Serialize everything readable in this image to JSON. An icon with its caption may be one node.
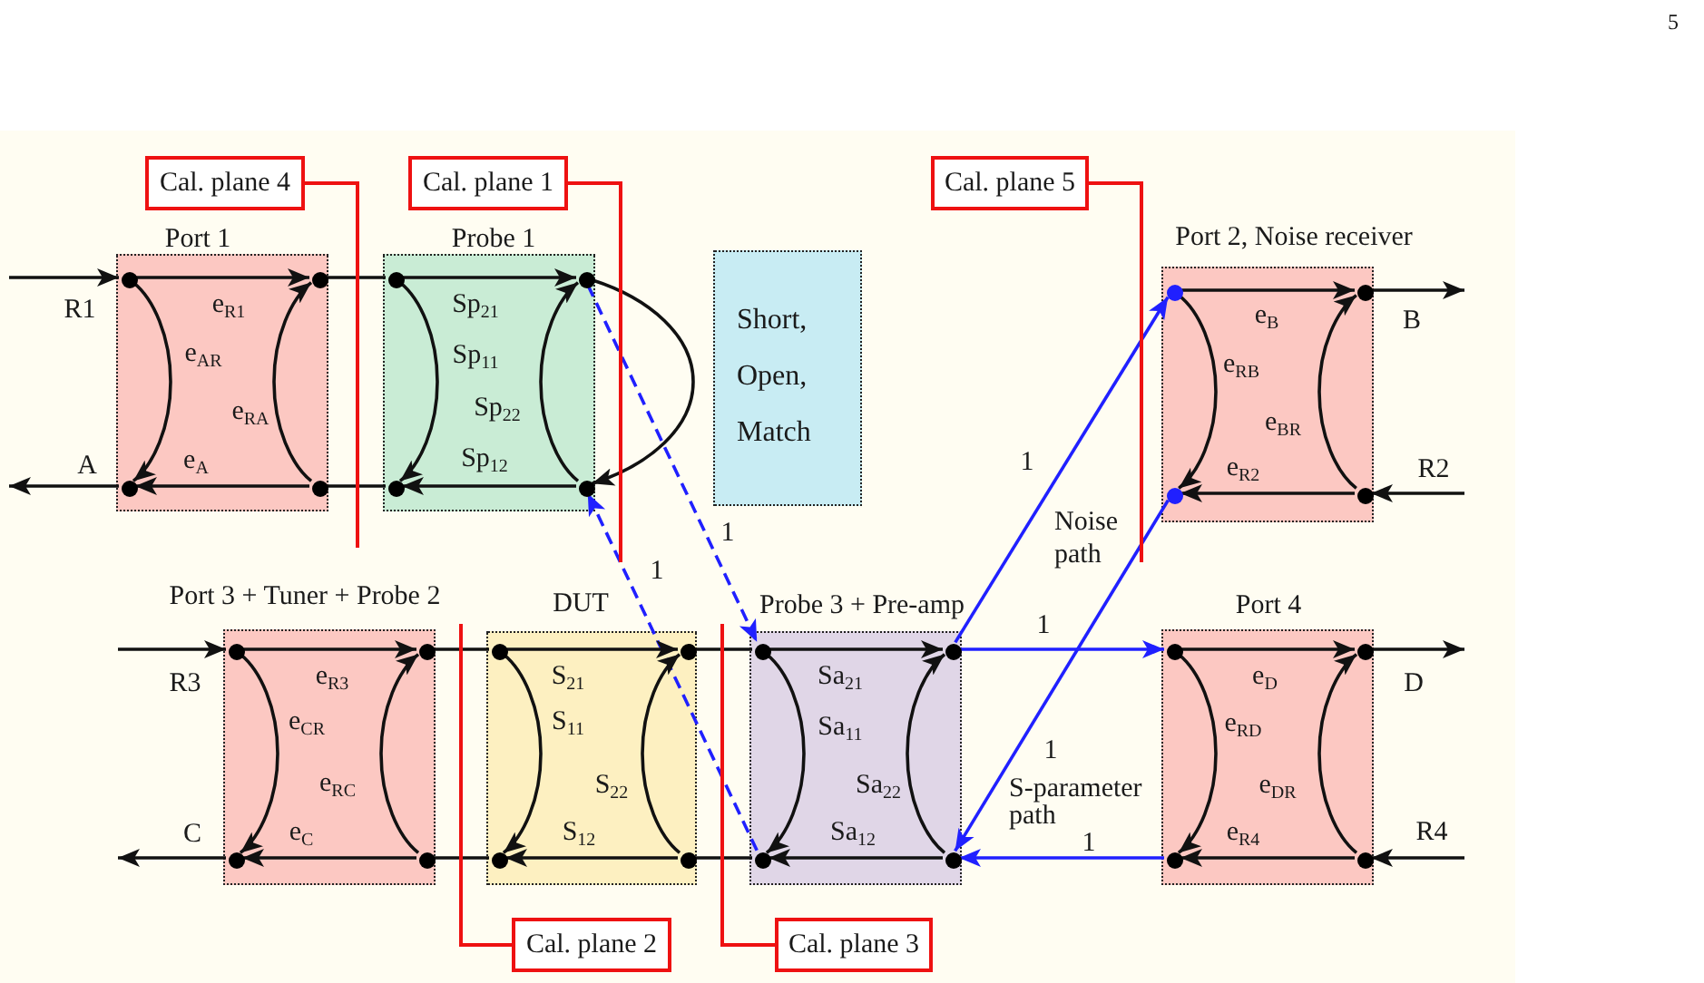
{
  "diagram": {
    "nodes": [
      {
        "text": [
          "Cal. plane 4"
        ]
      },
      {
        "text": [
          "Cal. plane 1"
        ]
      },
      {
        "text": [
          "Cal. plane 5"
        ]
      },
      {
        "text": [
          "Port 1"
        ]
      },
      {
        "text": [],
        "shape": "circle",
        "in": 3
      },
      {
        "text": [],
        "shape": "circle",
        "in": 3
      },
      {
        "text": [],
        "shape": "circle",
        "in": 3
      },
      {
        "text": [],
        "shape": "circle",
        "in": 3
      },
      {
        "text": [
          "Probe 1"
        ]
      },
      {
        "text": [],
        "shape": "circle",
        "in": 8
      },
      {
        "text": [],
        "shape": "circle",
        "in": 8
      },
      {
        "text": [],
        "shape": "circle",
        "in": 8
      },
      {
        "text": [],
        "shape": "circle",
        "in": 8
      },
      {
        "text": [
          "Short, Open, Match"
        ]
      },
      {
        "text": [
          "Port 2, Noise receiver"
        ]
      },
      {
        "text": [],
        "shape": "circle",
        "in": 14
      },
      {
        "text": [],
        "shape": "circle",
        "in": 14
      },
      {
        "text": [],
        "shape": "circle",
        "in": 14
      },
      {
        "text": [],
        "shape": "circle",
        "in": 14
      },
      {
        "text": [
          "Port 3 + Tuner + Probe 2"
        ]
      },
      {
        "text": [],
        "shape": "circle",
        "in": 19
      },
      {
        "text": [],
        "shape": "circle",
        "in": 19
      },
      {
        "text": [],
        "shape": "circle",
        "in": 19
      },
      {
        "text": [],
        "shape": "circle",
        "in": 19
      },
      {
        "text": [
          "DUT"
        ]
      },
      {
        "text": [],
        "shape": "circle",
        "in": 24
      },
      {
        "text": [],
        "shape": "circle",
        "in": 24
      },
      {
        "text": [],
        "shape": "circle",
        "in": 24
      },
      {
        "text": [],
        "shape": "circle",
        "in": 24
      },
      {
        "text": [
          "Probe 3 + Pre-amp"
        ]
      },
      {
        "text": [],
        "shape": "circle",
        "in": 29
      },
      {
        "text": [],
        "shape": "circle",
        "in": 29
      },
      {
        "text": [],
        "shape": "circle",
        "in": 29
      },
      {
        "text": [],
        "shape": "circle",
        "in": 29
      },
      {
        "text": [
          "Port 4"
        ]
      },
      {
        "text": [],
        "shape": "circle",
        "in": 34
      },
      {
        "text": [],
        "shape": "circle",
        "in": 34
      },
      {
        "text": [],
        "shape": "circle",
        "in": 34
      },
      {
        "text": [],
        "shape": "circle",
        "in": 34
      },
      {
        "text": [
          "Cal. plane 2"
        ]
      },
      {
        "text": [
          "Cal. plane 3"
        ]
      }
    ],
    "edges": [
      {
        "from": null,
        "to": 4,
        "arrow": "to",
        "label": "R1"
      },
      {
        "from": 4,
        "to": 5,
        "arrow": "to",
        "label": "e$_{R1}$"
      },
      {
        "from": 4,
        "to": 6,
        "arrow": "to",
        "label": "e$_{AR}$"
      },
      {
        "from": 7,
        "to": 5,
        "arrow": "to",
        "label": "e$_{RA}$"
      },
      {
        "from": 7,
        "to": 6,
        "arrow": "to",
        "label": "e$_{A}$"
      },
      {
        "from": 6,
        "to": null,
        "arrow": "to",
        "label": "A"
      },
      {
        "from": 5,
        "to": 9,
        "arrow": "none"
      },
      {
        "from": 7,
        "to": 11,
        "arrow": "none"
      },
      {
        "from": 9,
        "to": 10,
        "arrow": "to",
        "label": "Sp$_{21}$"
      },
      {
        "from": 9,
        "to": 11,
        "arrow": "to",
        "label": "Sp$_{11}$"
      },
      {
        "from": 12,
        "to": 10,
        "arrow": "to",
        "label": "Sp$_{22}$"
      },
      {
        "from": 12,
        "to": 11,
        "arrow": "to",
        "label": "Sp$_{12}$"
      },
      {
        "from": 10,
        "to": 12,
        "arrow": "to"
      },
      {
        "from": 10,
        "to": 30,
        "arrow": "to",
        "label": "1",
        "style": "dashed",
        "color": "#2020ff"
      },
      {
        "from": 32,
        "to": 12,
        "arrow": "to",
        "label": "1",
        "style": "dashed",
        "color": "#2020ff"
      },
      {
        "from": 15,
        "to": 16,
        "arrow": "to",
        "label": "e$_{B}$"
      },
      {
        "from": 15,
        "to": 17,
        "arrow": "to",
        "label": "e$_{RB}$"
      },
      {
        "from": 18,
        "to": 16,
        "arrow": "to",
        "label": "e$_{BR}$"
      },
      {
        "from": 18,
        "to": 17,
        "arrow": "to",
        "label": "e$_{R2}$"
      },
      {
        "from": 16,
        "to": null,
        "arrow": "to",
        "label": "B"
      },
      {
        "from": null,
        "to": 18,
        "arrow": "to",
        "label": "R2"
      },
      {
        "from": null,
        "to": 20,
        "arrow": "to",
        "label": "R3"
      },
      {
        "from": 20,
        "to": 21,
        "arrow": "to",
        "label": "e$_{R3}$"
      },
      {
        "from": 20,
        "to": 22,
        "arrow": "to",
        "label": "e$_{CR}$"
      },
      {
        "from": 23,
        "to": 21,
        "arrow": "to",
        "label": "e$_{RC}$"
      },
      {
        "from": 23,
        "to": 22,
        "arrow": "to",
        "label": "e$_{C}$"
      },
      {
        "from": 22,
        "to": null,
        "arrow": "to",
        "label": "C"
      },
      {
        "from": 21,
        "to": 25,
        "arrow": "none"
      },
      {
        "from": 23,
        "to": 27,
        "arrow": "none"
      },
      {
        "from": 25,
        "to": 26,
        "arrow": "to",
        "label": "S$_{21}$"
      },
      {
        "from": 25,
        "to": 27,
        "arrow": "to",
        "label": "S$_{11}$"
      },
      {
        "from": 28,
        "to": 26,
        "arrow": "to",
        "label": "S$_{22}$"
      },
      {
        "from": 28,
        "to": 27,
        "arrow": "to",
        "label": "S$_{12}$"
      },
      {
        "from": 26,
        "to": 30,
        "arrow": "none"
      },
      {
        "from": 28,
        "to": 32,
        "arrow": "none"
      },
      {
        "from": 30,
        "to": 31,
        "arrow": "to",
        "label": "Sa$_{21}$"
      },
      {
        "from": 30,
        "to": 32,
        "arrow": "to",
        "label": "Sa$_{11}$"
      },
      {
        "from": 33,
        "to": 31,
        "arrow": "to",
        "label": "Sa$_{22}$"
      },
      {
        "from": 33,
        "to": 32,
        "arrow": "to",
        "label": "Sa$_{12}$"
      },
      {
        "from": 31,
        "to": 15,
        "arrow": "to",
        "label": "1",
        "color": "#2020ff"
      },
      {
        "from": 31,
        "to": 35,
        "arrow": "to",
        "label": "1",
        "color": "#2020ff"
      },
      {
        "from": 17,
        "to": 33,
        "arrow": "to",
        "label": "1",
        "color": "#2020ff"
      },
      {
        "from": 37,
        "to": 33,
        "arrow": "to",
        "label": "1",
        "color": "#2020ff"
      },
      {
        "from": 35,
        "to": 36,
        "arrow": "to",
        "label": "e$_{D}$"
      },
      {
        "from": 35,
        "to": 37,
        "arrow": "to",
        "label": "e$_{RD}$"
      },
      {
        "from": 38,
        "to": 36,
        "arrow": "to",
        "label": "e$_{DR}$"
      },
      {
        "from": 38,
        "to": 37,
        "arrow": "to",
        "label": "e$_{R4}$"
      },
      {
        "from": 36,
        "to": null,
        "arrow": "to",
        "label": "D"
      },
      {
        "from": null,
        "to": 38,
        "arrow": "to",
        "label": "R4"
      },
      {
        "from": 0,
        "to": null,
        "arrow": "none",
        "color": "#ee1111"
      },
      {
        "from": 1,
        "to": null,
        "arrow": "none",
        "color": "#ee1111"
      },
      {
        "from": 2,
        "to": null,
        "arrow": "none",
        "color": "#ee1111"
      },
      {
        "from": 39,
        "to": null,
        "arrow": "none",
        "color": "#ee1111"
      },
      {
        "from": 40,
        "to": null,
        "arrow": "none",
        "color": "#ee1111"
      }
    ],
    "labels": [
      "5",
      "Noise path",
      "S-parameter path"
    ]
  }
}
